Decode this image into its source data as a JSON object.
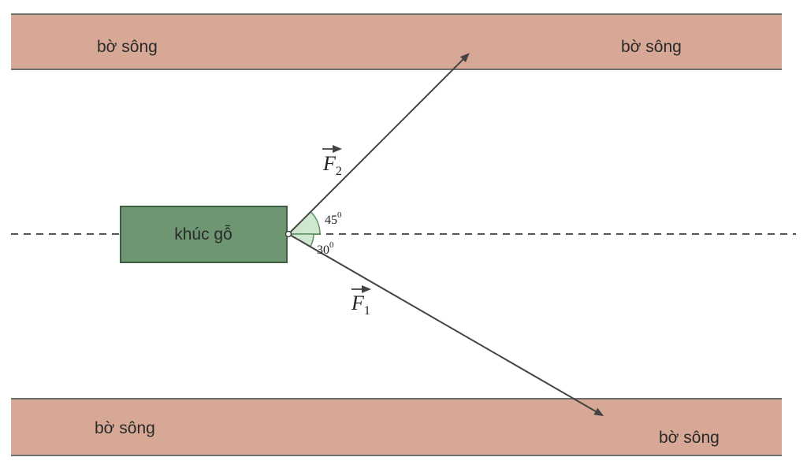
{
  "labels": {
    "bank_top_left": "bờ sông",
    "bank_top_right": "bờ sông",
    "bank_bottom_left": "bờ sông",
    "bank_bottom_right": "bờ sông",
    "log": "khúc gỗ"
  },
  "forces": {
    "f1": {
      "letter": "F",
      "subscript": "1",
      "angle_deg": 30,
      "angle_label": "30",
      "degree_mark": "0"
    },
    "f2": {
      "letter": "F",
      "subscript": "2",
      "angle_deg": 45,
      "angle_label": "45",
      "degree_mark": "0"
    }
  },
  "colors": {
    "bank_fill": "#d7a896",
    "bank_edge": "#6f6f6f",
    "log_fill": "#6e9672",
    "log_edge": "#3f5e43",
    "angle_fill": "#cfe6cf",
    "line": "#444444"
  }
}
